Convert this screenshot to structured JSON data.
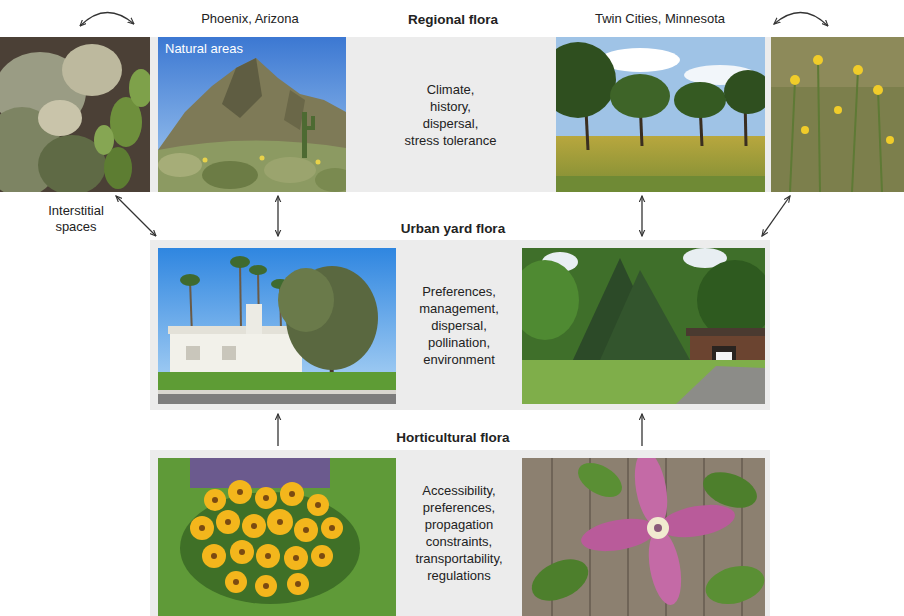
{
  "diagram": {
    "nodes": [
      {
        "text": [
          "Regional flora",
          "Climate, history, dispersal, stress tolerance"
        ]
      },
      {
        "text": [
          "Urban yard flora",
          "Preferences, management, dispersal, pollination, environment"
        ]
      },
      {
        "text": [
          "Horticultural flora",
          "Accessibility, preferences, propagation constraints, transportability, regulations"
        ]
      }
    ],
    "edges": [
      {
        "from": 0,
        "to": 1,
        "arrow": "both"
      },
      {
        "from": 0,
        "to": 1,
        "arrow": "both"
      },
      {
        "from": 0,
        "to": 1,
        "arrow": "both"
      },
      {
        "from": 0,
        "to": 1,
        "arrow": "both"
      },
      {
        "from": 2,
        "to": 1,
        "arrow": "to"
      },
      {
        "from": 2,
        "to": 1,
        "arrow": "to"
      }
    ],
    "labels": [
      "Phoenix, Arizona",
      "Twin Cities, Minnesota",
      "Natural areas",
      "Interstitial spaces"
    ]
  }
}
